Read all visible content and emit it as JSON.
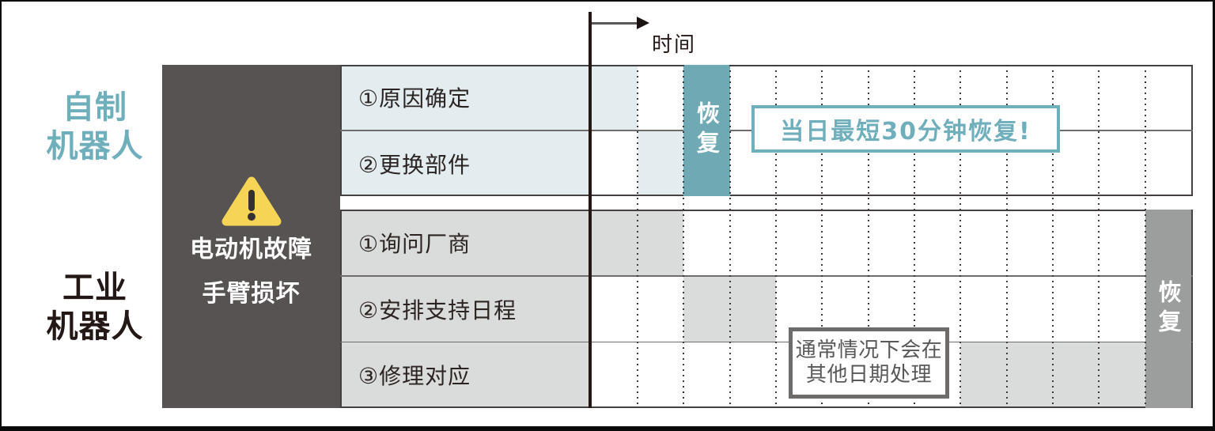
{
  "axis": {
    "label": "时间"
  },
  "incident": {
    "icon": "warning-triangle-icon",
    "lines": [
      "电动机故障",
      "手臂损坏"
    ]
  },
  "groups": [
    {
      "name": "self-made-robot",
      "label_lines": [
        "自制",
        "机器人"
      ],
      "steps": [
        "①原因确定",
        "②更换部件"
      ],
      "recovery_label": "恢复",
      "callout": "当日最短30分钟恢复!",
      "bars": [
        {
          "row": 0,
          "start": 0,
          "span": 1
        },
        {
          "row": 1,
          "start": 1,
          "span": 1
        }
      ],
      "recovery_cell": 2
    },
    {
      "name": "industrial-robot",
      "label_lines": [
        "工业",
        "机器人"
      ],
      "steps": [
        "①询问厂商",
        "②安排支持日程",
        "③修理对应"
      ],
      "recovery_label": "恢复",
      "callout_lines": [
        "通常情况下会在",
        "其他日期处理"
      ],
      "bars": [
        {
          "row": 0,
          "start": 0,
          "span": 2
        },
        {
          "row": 1,
          "start": 2,
          "span": 2
        },
        {
          "row": 2,
          "start": 8,
          "span": 4
        }
      ],
      "recovery_cell": 12
    }
  ],
  "colors": {
    "self_fill": "#e3edf0",
    "self_accent": "#6fafbc",
    "self_block": "#6fa9b4",
    "industrial_fill": "#dadbdb",
    "industrial_block": "#9c9d9d",
    "incident_bg": "#575352",
    "warning_yellow": "#f5d456",
    "text_dark": "#231815"
  }
}
